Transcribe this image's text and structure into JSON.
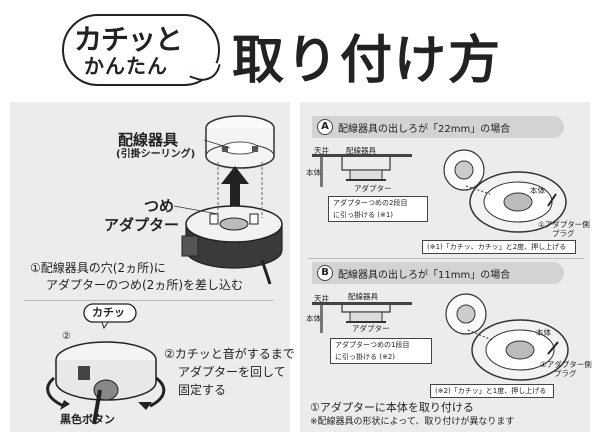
{
  "header": {
    "bubble_line1": "カチッと",
    "bubble_line2": "かんたん",
    "title": "取り付け方"
  },
  "left_panel": {
    "fixture_label": "配線器具",
    "fixture_sub": "(引掛シーリング)",
    "tab_label": "つめ",
    "adapter_label": "アダプター",
    "step1_line1": "①配線器具の穴(2ヵ所)に",
    "step1_line2": "アダプターのつめ(2ヵ所)を差し込む",
    "click_badge": "カチッ",
    "step_marker": "②",
    "step2_line1": "②カチッと音がするまで",
    "step2_line2": "アダプターを回して",
    "step2_line3": "固定する",
    "black_button": "黒色ボタン"
  },
  "right_panel": {
    "case_a": {
      "letter": "A",
      "heading": "配線器具の出しろが「22mm」の場合",
      "ceiling": "天井",
      "body": "本体",
      "fixture": "配線器具",
      "adapter": "アダプター",
      "callout_line1": "アダプターつめの2段目",
      "callout_line2": "に引っ掛ける (※1)",
      "body_label": "本体",
      "plug_line1": "①アダプター側",
      "plug_line2": "プラグ",
      "note": "(※1)「カチッ、カチッ」と2度、押し上げる"
    },
    "case_b": {
      "letter": "B",
      "heading": "配線器具の出しろが「11mm」の場合",
      "ceiling": "天井",
      "body": "本体",
      "fixture": "配線器具",
      "adapter": "アダプター",
      "callout_line1": "アダプターつめの1段目",
      "callout_line2": "に引っ掛ける (※2)",
      "body_label": "本体",
      "plug_line1": "①アダプター側",
      "plug_line2": "プラグ",
      "note": "(※2)「カチッ」と1度、押し上げる"
    },
    "step_main": "①アダプターに本体を取り付ける",
    "step_note": "※配線器具の形状によって、取り付けが異なります"
  }
}
